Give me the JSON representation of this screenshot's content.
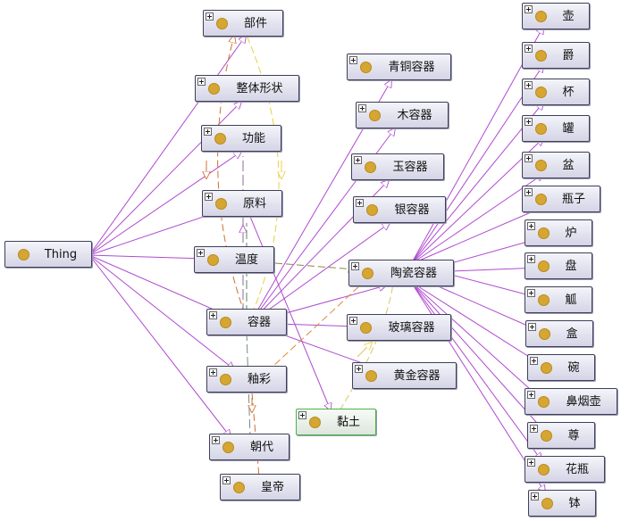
{
  "nodes": {
    "thing": {
      "label": "Thing"
    },
    "bujian": {
      "label": "部件"
    },
    "zhengti": {
      "label": "整体形状"
    },
    "gongneng": {
      "label": "功能"
    },
    "yuanliao": {
      "label": "原料"
    },
    "wendu": {
      "label": "温度"
    },
    "rongqi": {
      "label": "容器"
    },
    "youcai": {
      "label": "釉彩"
    },
    "chaodai": {
      "label": "朝代"
    },
    "huangdi": {
      "label": "皇帝"
    },
    "niantu": {
      "label": "黏土"
    },
    "qingtong": {
      "label": "青铜容器"
    },
    "murongqi": {
      "label": "木容器"
    },
    "yurongqi": {
      "label": "玉容器"
    },
    "yinrongqi": {
      "label": "银容器"
    },
    "taoci": {
      "label": "陶瓷容器"
    },
    "boli": {
      "label": "玻璃容器"
    },
    "huangjin": {
      "label": "黄金容器"
    },
    "hu": {
      "label": "壶"
    },
    "jue": {
      "label": "爵"
    },
    "bei": {
      "label": "杯"
    },
    "guan": {
      "label": "罐"
    },
    "pen": {
      "label": "盆"
    },
    "pingzi": {
      "label": "瓶子"
    },
    "lu": {
      "label": "炉"
    },
    "pan": {
      "label": "盘"
    },
    "gu": {
      "label": "觚"
    },
    "he": {
      "label": "盒"
    },
    "wan": {
      "label": "碗"
    },
    "biyanhu": {
      "label": "鼻烟壶"
    },
    "zun": {
      "label": "尊"
    },
    "huaping": {
      "label": "花瓶"
    },
    "bo": {
      "label": "钵"
    }
  }
}
